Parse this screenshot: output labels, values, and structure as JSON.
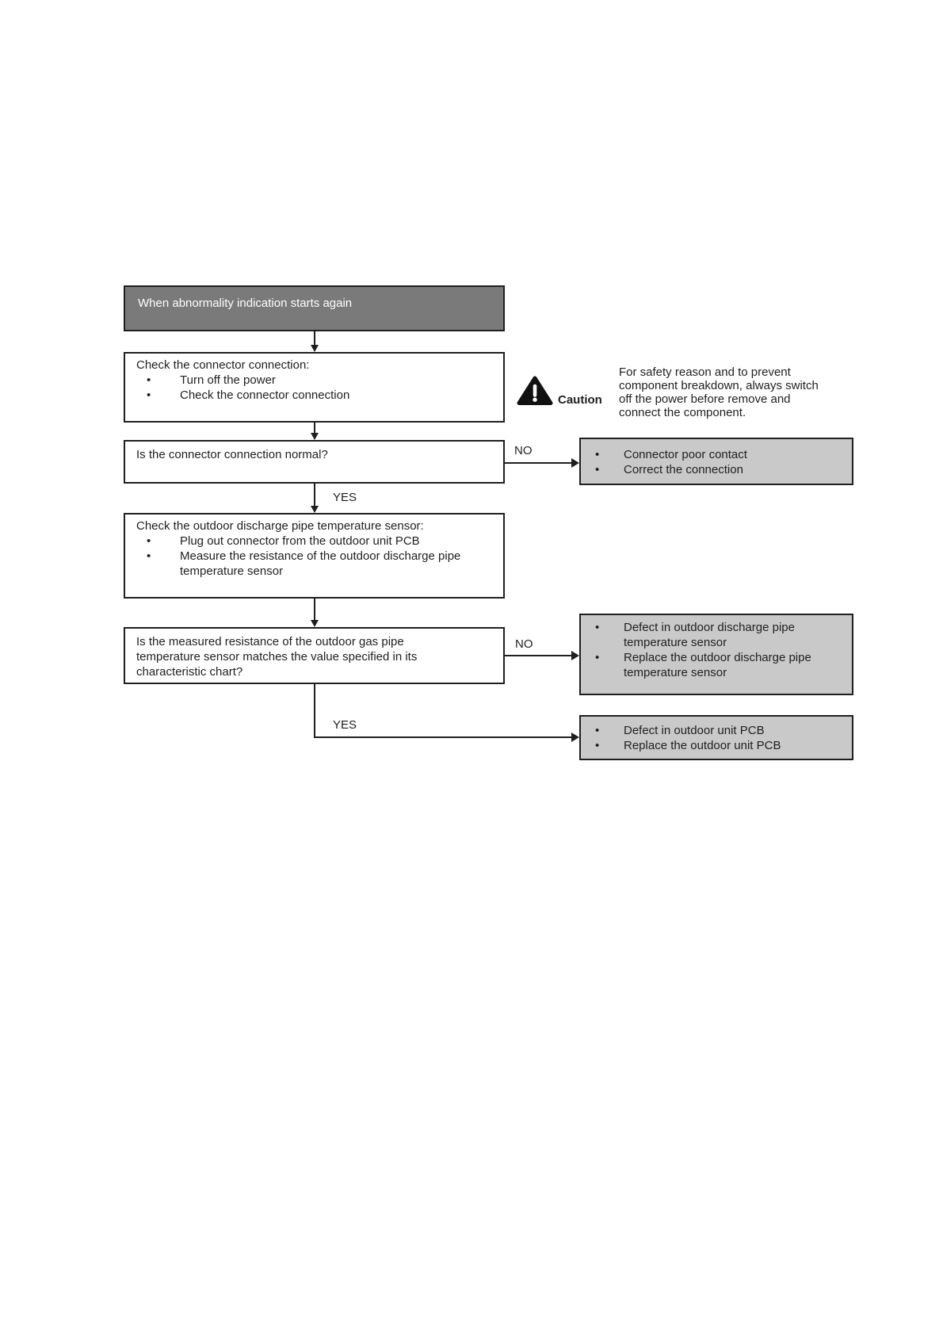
{
  "flowchart": {
    "colors": {
      "box_border": "#1f1f1f",
      "start_fill": "#7a7a7a",
      "start_text": "#ffffff",
      "outcome_fill": "#c9c9c9",
      "connector_line": "#1f1f1f",
      "page_background": "#ffffff"
    },
    "labels": {
      "yes": "YES",
      "no": "NO"
    },
    "start": {
      "label": "When abnormality indication starts again"
    },
    "check_connector": {
      "title": "Check the connector connection:",
      "bullets": [
        "Turn off the power",
        "Check the connector connection"
      ]
    },
    "caution": {
      "icon": "warning-triangle-icon",
      "label": "Caution",
      "lines": [
        "For safety reason and to prevent",
        "component breakdown, always switch",
        "off the power before remove and",
        "connect the component."
      ]
    },
    "q_connection_normal": {
      "question": "Is the connector connection normal?"
    },
    "outcome_connection": {
      "bullets": [
        "Connector poor contact",
        "Correct the connection"
      ]
    },
    "check_sensor": {
      "title": "Check the outdoor discharge pipe temperature sensor:",
      "bullets": [
        "Plug out connector from the outdoor unit PCB",
        "Measure the resistance of the outdoor discharge pipe temperature sensor"
      ]
    },
    "q_resistance": {
      "question": "Is the measured resistance of the outdoor gas pipe temperature sensor matches the value specified in its characteristic chart?"
    },
    "outcome_sensor": {
      "bullets": [
        "Defect in outdoor discharge pipe temperature sensor",
        "Replace the outdoor discharge pipe temperature sensor"
      ]
    },
    "outcome_pcb": {
      "bullets": [
        "Defect in outdoor unit PCB",
        "Replace the outdoor unit PCB"
      ]
    }
  }
}
